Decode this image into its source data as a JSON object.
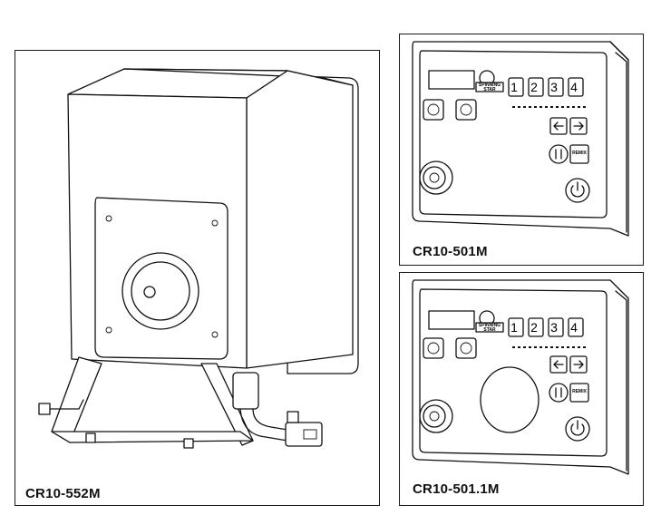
{
  "panels": {
    "main": {
      "caption": "CR10-552M"
    },
    "top_right": {
      "caption": "CR10-501M"
    },
    "bottom_right": {
      "caption": "CR10-501.1M"
    }
  },
  "keypad": {
    "keys": [
      "1",
      "2",
      "3",
      "4"
    ],
    "logo_text": "SPINNING STAR",
    "remix_label": "REMIX"
  }
}
